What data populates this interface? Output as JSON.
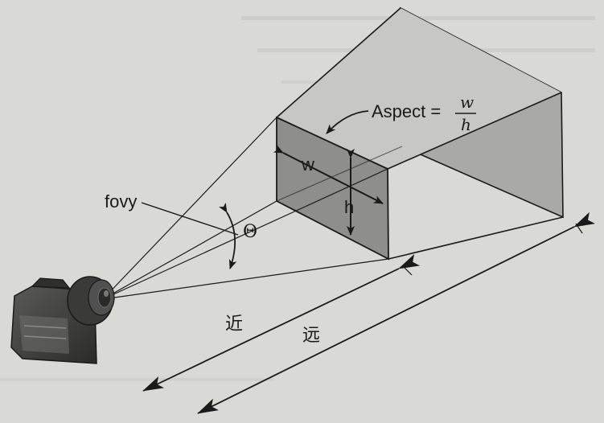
{
  "labels": {
    "aspect_prefix": "Aspect =",
    "aspect_numerator": "w",
    "aspect_denominator": "h",
    "width": "w",
    "height": "h",
    "fovy": "fovy",
    "theta": "Θ",
    "near": "近",
    "far": "远"
  },
  "colors": {
    "paper": "#d9d9d6",
    "ink": "#1a1a1a",
    "near_plane": "#8e8e8b",
    "far_plane": "#a9a9a6",
    "ceiling": "#c7c7c4",
    "camera_body": "#3c3c3a"
  },
  "icons": {
    "camera": "camera-icon"
  }
}
